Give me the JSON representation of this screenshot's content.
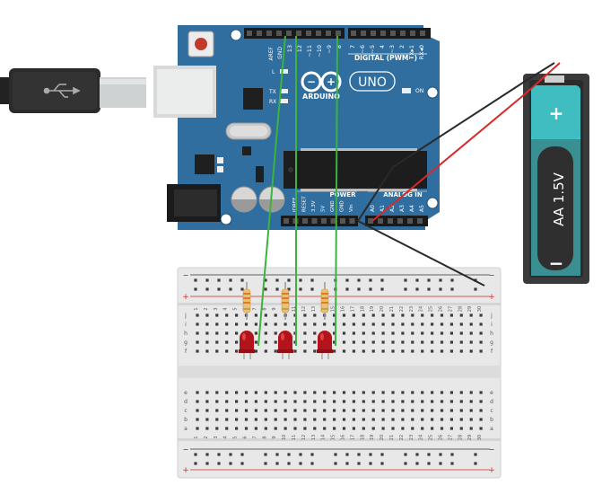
{
  "board": {
    "brand": "ARDUINO",
    "model": "UNO",
    "digital_label": "DIGITAL (PWM~)",
    "power_label": "POWER",
    "analog_label": "ANALOG IN",
    "on_label": "ON",
    "tx_label": "TX",
    "rx_label": "RX",
    "l_label": "L",
    "aref_label": "AREF",
    "gnd_label": "GND",
    "digital_pins": [
      "13",
      "12",
      "~11",
      "~10",
      "~9",
      "8",
      "7",
      "~6",
      "~5",
      "4",
      "~3",
      "2",
      "TX▸1",
      "RX◂0"
    ],
    "power_pins": [
      "IOREF",
      "RESET",
      "3.3V",
      "5V",
      "GND",
      "GND",
      "Vin"
    ],
    "analog_pins": [
      "A0",
      "A1",
      "A2",
      "A3",
      "A4",
      "A5"
    ]
  },
  "battery": {
    "label": "AA 1.5V",
    "plus": "+",
    "minus": "−"
  },
  "breadboard": {
    "rail_plus": "+",
    "rail_minus": "−",
    "columns": [
      "1",
      "2",
      "3",
      "4",
      "5",
      "6",
      "7",
      "8",
      "9",
      "10",
      "11",
      "12",
      "13",
      "14",
      "15",
      "16",
      "17",
      "18",
      "19",
      "20",
      "21",
      "22",
      "23",
      "24",
      "25",
      "26",
      "27",
      "28",
      "29",
      "30"
    ],
    "rows_top": [
      "j",
      "i",
      "h",
      "g",
      "f"
    ],
    "rows_bottom": [
      "e",
      "d",
      "c",
      "b",
      "a"
    ]
  },
  "colors": {
    "board": "#2f6e9f",
    "board_dark": "#235a86",
    "breadboard": "#e9e9e9",
    "wire_green": "#3cb43c",
    "wire_black": "#2a2a2a",
    "wire_red": "#d42a2a",
    "battery_teal": "#3fbdc1",
    "battery_dark": "#3a3a3a",
    "led_red": "#b3141b",
    "resistor": "#e8c07a"
  }
}
